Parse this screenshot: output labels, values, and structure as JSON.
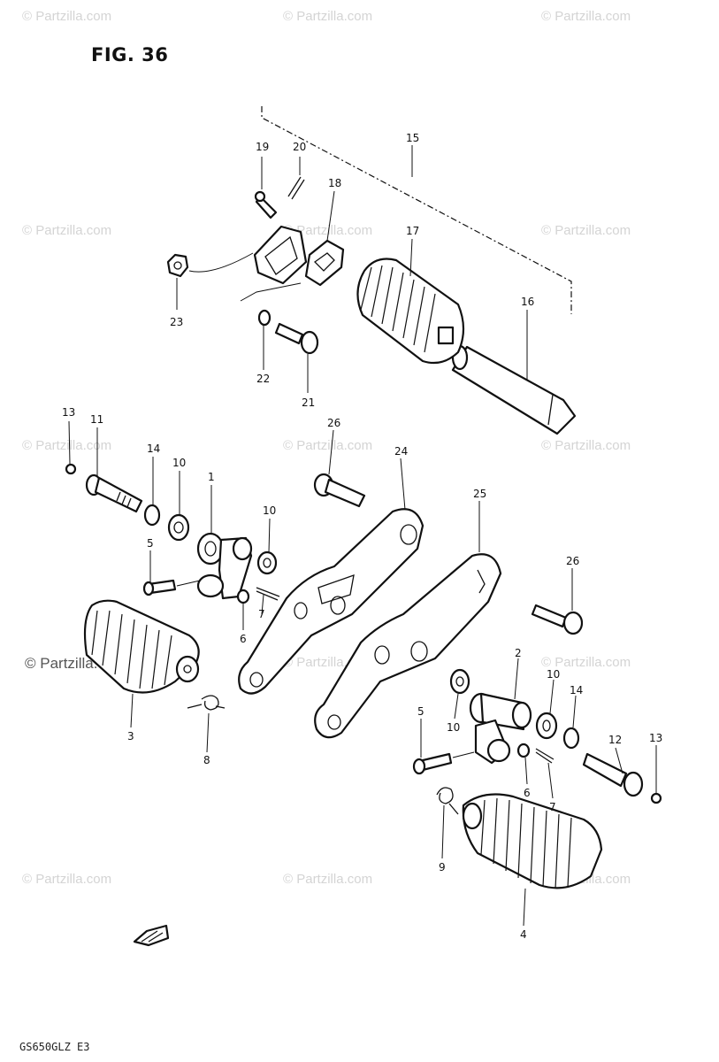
{
  "figure": {
    "title": "FIG. 36",
    "footer_code": "GS650GLZ  E3"
  },
  "watermark": {
    "text": "© Partzilla.com",
    "highlight_text": "© Partzilla.com"
  },
  "callouts": {
    "c1": "1",
    "c2": "2",
    "c3": "3",
    "c4": "4",
    "c5a": "5",
    "c5b": "5",
    "c6a": "6",
    "c6b": "6",
    "c7a": "7",
    "c7b": "7",
    "c8": "8",
    "c9": "9",
    "c10a": "10",
    "c10b": "10",
    "c10c": "10",
    "c10d": "10",
    "c11": "11",
    "c12": "12",
    "c13a": "13",
    "c13b": "13",
    "c14a": "14",
    "c14b": "14",
    "c15": "15",
    "c16": "16",
    "c17": "17",
    "c18": "18",
    "c19": "19",
    "c20": "20",
    "c21": "21",
    "c22": "22",
    "c23": "23",
    "c24": "24",
    "c25": "25",
    "c26a": "26",
    "c26b": "26"
  },
  "icons": {
    "front_arrow": "front-direction-arrow-icon"
  }
}
